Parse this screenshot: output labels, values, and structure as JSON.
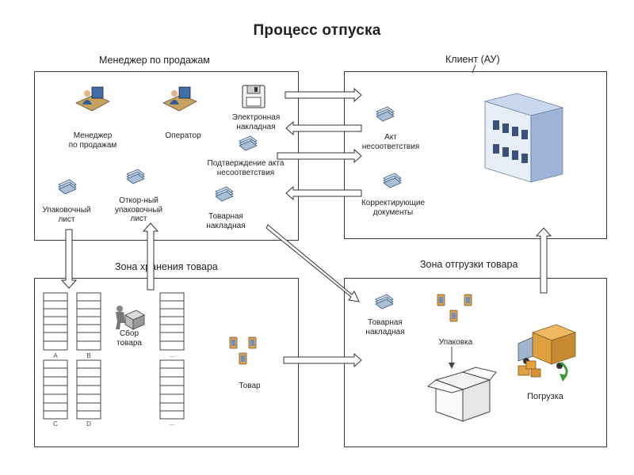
{
  "title": "Процесс отпуска",
  "zones": {
    "manager": "Менеджер по продажам",
    "client": "Клиент (АУ)",
    "storage": "Зона хранения товара",
    "shipping": "Зона отгрузки товара"
  },
  "manager_zone": {
    "manager": [
      "Менеджер",
      "по продажам"
    ],
    "operator": "Оператор",
    "e_invoice": [
      "Электронная",
      "накладная"
    ],
    "confirmation": [
      "Подтверждение акта",
      "несоответствия"
    ],
    "packing_list": [
      "Упаковочный",
      "лист"
    ],
    "corrected_packing_list": [
      "Откор-ный",
      "упаковочный",
      "лист"
    ],
    "invoice": [
      "Товарная",
      "накладная"
    ]
  },
  "client_zone": {
    "discrepancy_act": [
      "Акт",
      "несоответствия"
    ],
    "corrective_docs": [
      "Корректирующие",
      "документы"
    ]
  },
  "storage_zone": {
    "rack_labels": [
      "A",
      "B",
      "...",
      "C",
      "D",
      "..."
    ],
    "picking": [
      "Сбор",
      "товара"
    ],
    "goods": "Товар"
  },
  "shipping_zone": {
    "invoice": [
      "Товарная",
      "накладная"
    ],
    "packing": "Упаковка",
    "loading": "Погрузка"
  },
  "colors": {
    "border": "#3a3a3a",
    "arrow_fill": "#ffffff",
    "doc_blue": "#5e86a8",
    "building": "#9db4d8",
    "box": "#f2f2f2",
    "truck": "#e0a040",
    "goods_orange": "#e8a23a"
  },
  "icons": [
    "computer-user-icon",
    "floppy-disk-icon",
    "document-stack-icon",
    "building-icon",
    "rack-icon",
    "worker-icon",
    "goods-icon",
    "open-box-icon",
    "truck-icon"
  ]
}
